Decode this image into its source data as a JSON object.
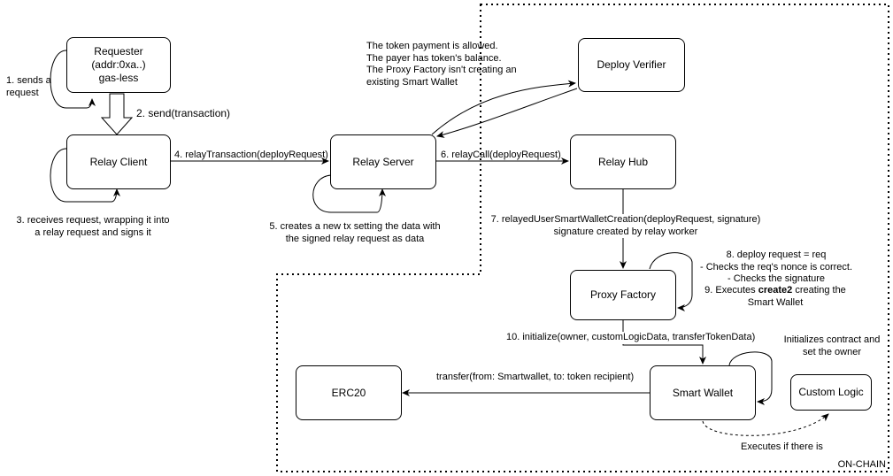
{
  "zone_label": "ON-CHAIN",
  "nodes": {
    "requester": [
      "Requester",
      "(addr:0xa..)",
      "gas-less"
    ],
    "relay_client": "Relay Client",
    "relay_server": "Relay Server",
    "relay_hub": "Relay Hub",
    "deploy_verifier": "Deploy Verifier",
    "proxy_factory": "Proxy Factory",
    "smart_wallet": "Smart Wallet",
    "erc20": "ERC20",
    "custom_logic": "Custom Logic"
  },
  "labels": {
    "sends_request": [
      "1. sends a",
      "request"
    ],
    "send_transaction": "2. send(transaction)",
    "receives_request": [
      "3. receives request, wrapping it into",
      "a relay request and signs it"
    ],
    "relay_transaction": "4. relayTransaction(deployRequest)",
    "creates_tx": [
      "5. creates a new tx setting the data with",
      "the signed relay request as data"
    ],
    "relay_call": "6. relayCall(deployRequest)",
    "verifier_note": [
      "The token payment is allowed.",
      "The payer has token's balance.",
      "The Proxy Factory isn't creating an",
      "existing Smart Wallet"
    ],
    "relayed_creation": [
      "7. relayedUserSmartWalletCreation(deployRequest, signature)",
      "signature created by relay worker"
    ],
    "deploy_checks": [
      "8. deploy request = req",
      "- Checks the req's nonce is correct.",
      "- Checks the signature"
    ],
    "executes_create2": {
      "prefix": "9. Executes ",
      "bold": "create2",
      "suffix": " creating the",
      "line2": "Smart Wallet"
    },
    "initialize": "10. initialize(owner, customLogicData, transferTokenData)",
    "init_contract": [
      "Initializes contract and",
      "set the owner"
    ],
    "transfer": "transfer(from: Smartwallet, to: token recipient)",
    "executes_if": "Executes if there is"
  }
}
